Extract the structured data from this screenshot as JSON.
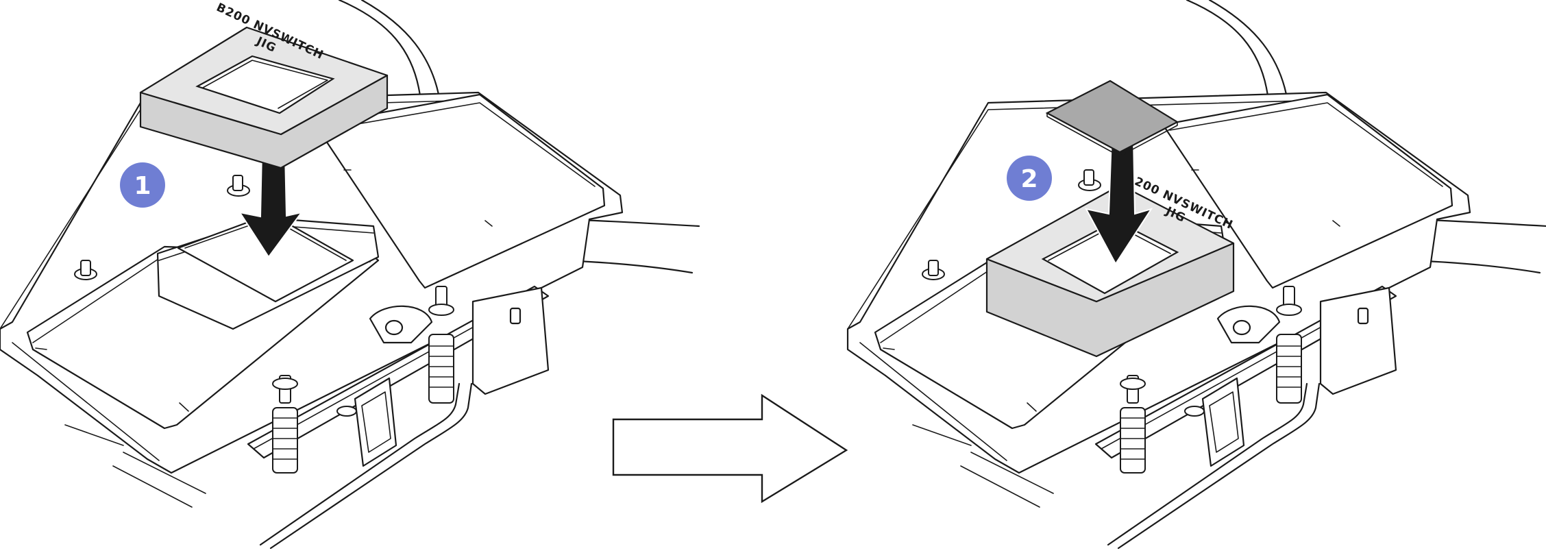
{
  "steps": [
    {
      "number": "1",
      "jig_label_line1": "B200 NVSWITCH",
      "jig_label_line2": "JIG"
    },
    {
      "number": "2",
      "jig_label_line1": "B200 NVSWITCH",
      "jig_label_line2": "JIG"
    }
  ],
  "colors": {
    "badge": "#6f7ed3",
    "jig_fill": "#e6e6e6",
    "jig_side": "#d2d2d2",
    "putty_pad": "#a9a9a9",
    "outline": "#1a1a1a"
  },
  "icons": {
    "transition": "right-arrow-outline-icon",
    "placement": "down-arrow-solid-icon"
  }
}
